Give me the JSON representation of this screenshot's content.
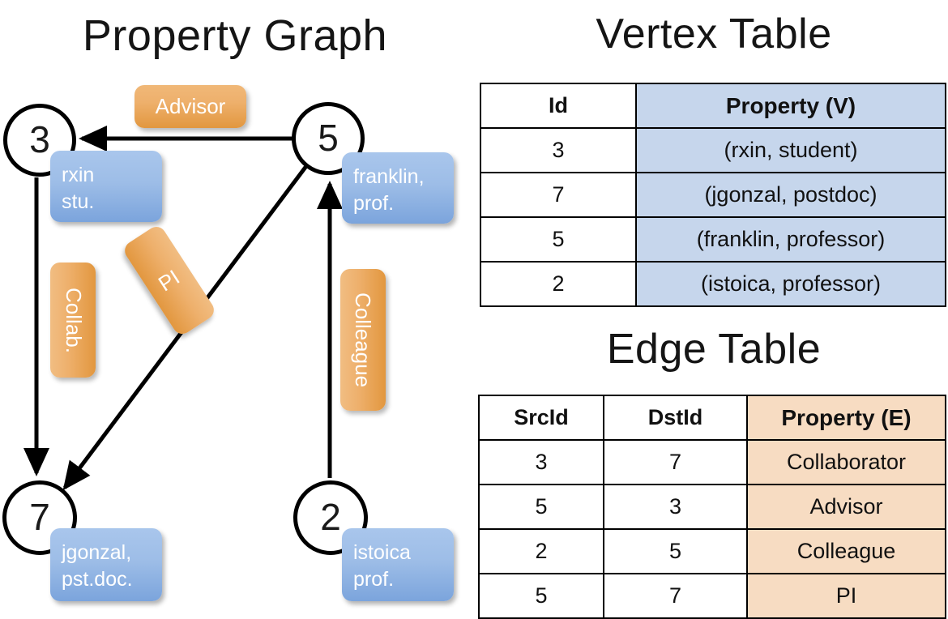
{
  "titles": {
    "graph": "Property Graph",
    "vertex_table": "Vertex Table",
    "edge_table": "Edge Table"
  },
  "colors": {
    "vertex_property_fill": "#c6d6ec",
    "edge_property_fill": "#f7dcc2",
    "node_property_box": "#9dbde7",
    "edge_label_box": "#eeb06c",
    "stroke": "#000000",
    "background": "#ffffff"
  },
  "graph": {
    "nodes": [
      {
        "id": "3",
        "label": "3",
        "property_lines": [
          "rxin",
          "stu."
        ]
      },
      {
        "id": "5",
        "label": "5",
        "property_lines": [
          "franklin,",
          "prof."
        ]
      },
      {
        "id": "7",
        "label": "7",
        "property_lines": [
          "jgonzal,",
          "pst.doc."
        ]
      },
      {
        "id": "2",
        "label": "2",
        "property_lines": [
          "istoica",
          "prof."
        ]
      }
    ],
    "edge_labels": [
      {
        "name": "advisor",
        "text": "Advisor",
        "orientation": "horizontal"
      },
      {
        "name": "collab",
        "text": "Collab.",
        "orientation": "vertical"
      },
      {
        "name": "pi",
        "text": "PI",
        "orientation": "rotated"
      },
      {
        "name": "colleague",
        "text": "Colleague",
        "orientation": "vertical"
      }
    ],
    "edges": [
      {
        "from": "5",
        "to": "3",
        "label": "Advisor"
      },
      {
        "from": "3",
        "to": "7",
        "label": "Collab."
      },
      {
        "from": "5",
        "to": "7",
        "label": "PI"
      },
      {
        "from": "2",
        "to": "5",
        "label": "Colleague"
      }
    ]
  },
  "vertex_table": {
    "headers": [
      "Id",
      "Property (V)"
    ],
    "rows": [
      [
        "3",
        "(rxin, student)"
      ],
      [
        "7",
        "(jgonzal, postdoc)"
      ],
      [
        "5",
        "(franklin, professor)"
      ],
      [
        "2",
        "(istoica, professor)"
      ]
    ]
  },
  "edge_table": {
    "headers": [
      "SrcId",
      "DstId",
      "Property (E)"
    ],
    "rows": [
      [
        "3",
        "7",
        "Collaborator"
      ],
      [
        "5",
        "3",
        "Advisor"
      ],
      [
        "2",
        "5",
        "Colleague"
      ],
      [
        "5",
        "7",
        "PI"
      ]
    ]
  }
}
